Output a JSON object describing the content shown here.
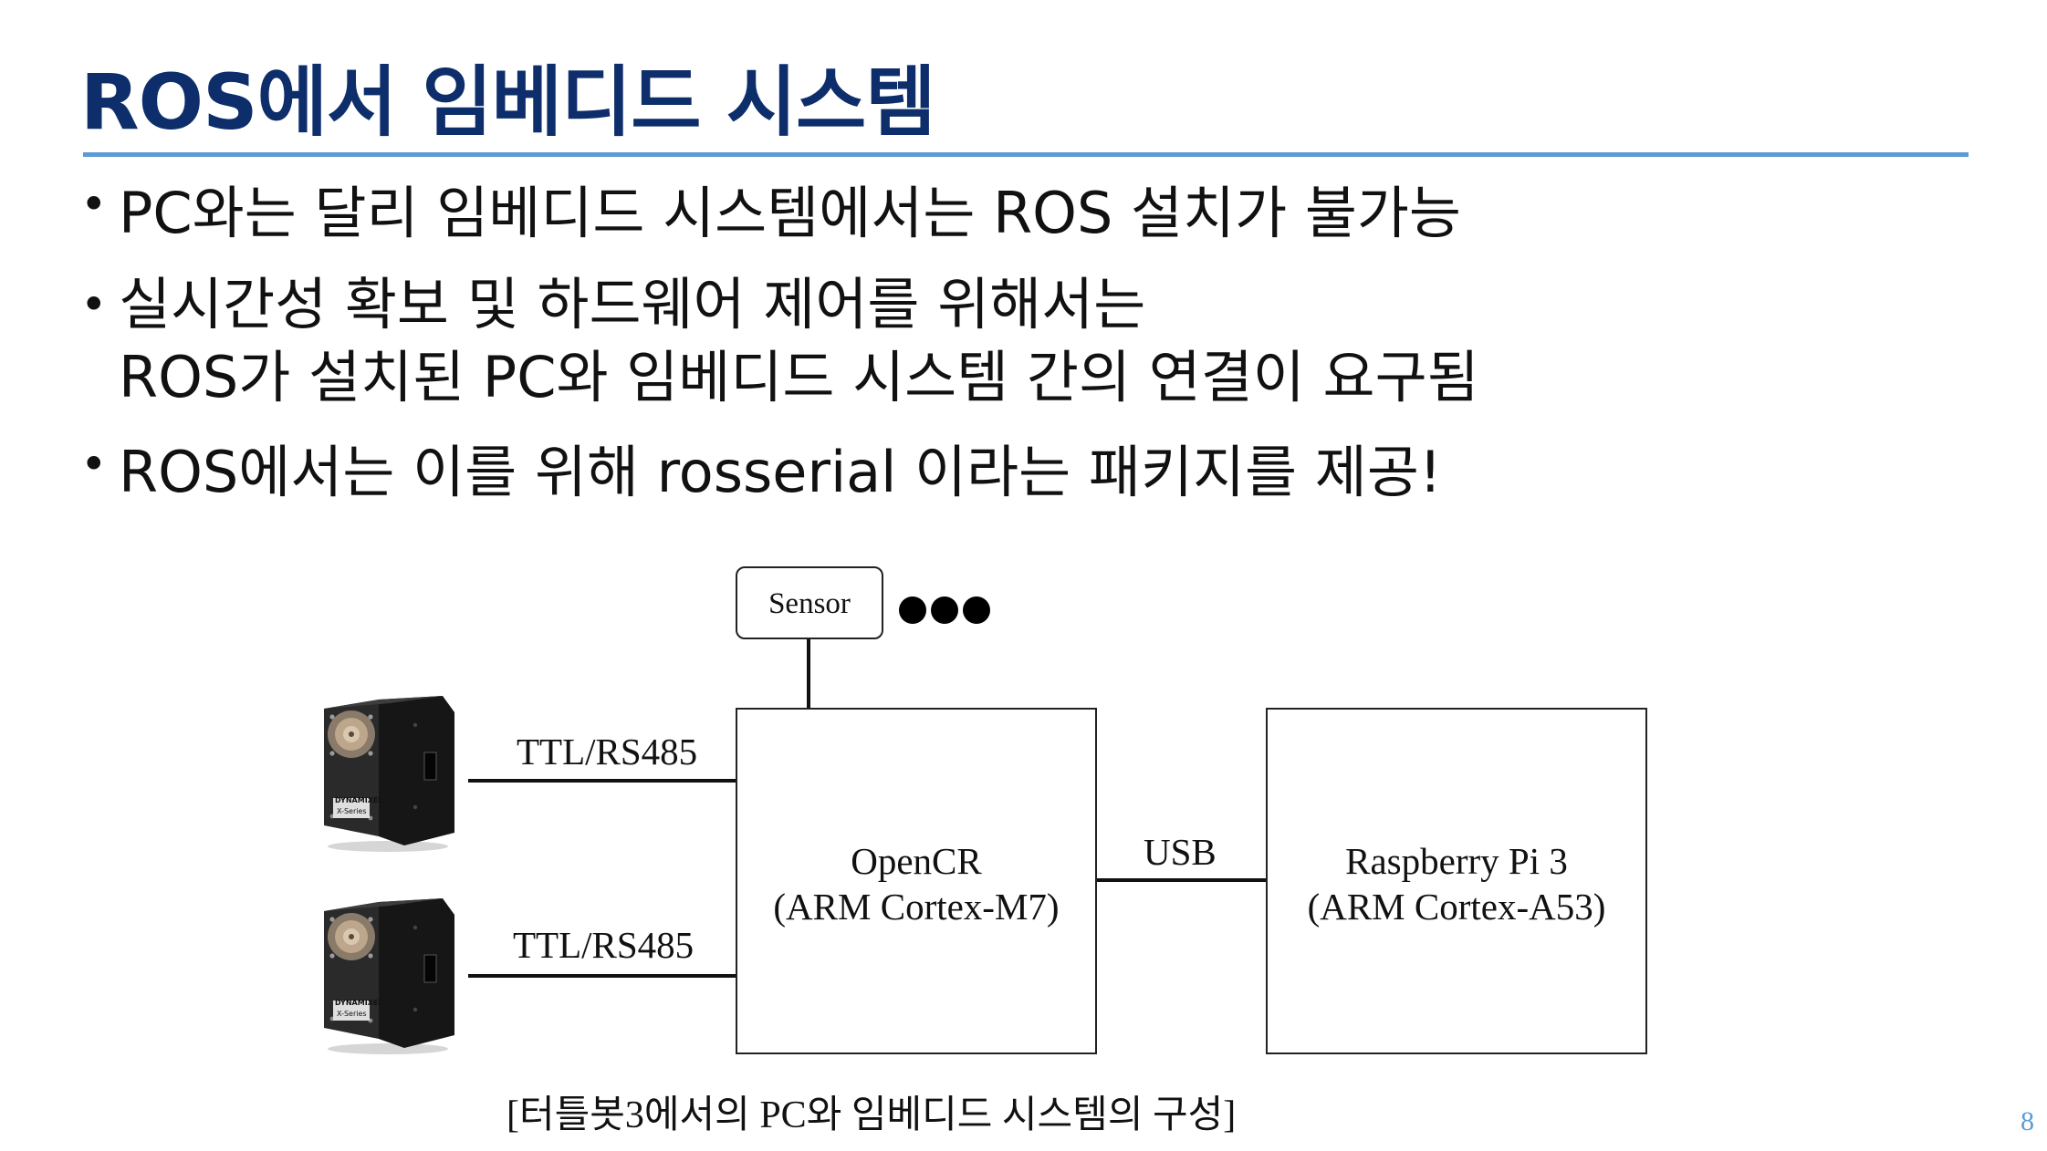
{
  "title": "ROS에서 임베디드 시스템",
  "bullets": [
    {
      "lines": [
        "PC와는 달리 임베디드 시스템에서는 ROS 설치가 불가능"
      ]
    },
    {
      "lines": [
        "실시간성 확보 및 하드웨어 제어를 위해서는",
        "ROS가 설치된 PC와 임베디드 시스템 간의 연결이 요구됨"
      ]
    },
    {
      "lines": [
        "ROS에서는 이를 위해 rosserial 이라는 패키지를 제공!"
      ]
    }
  ],
  "diagram": {
    "sensor_label": "Sensor",
    "link_top_label": "TTL/RS485",
    "link_bottom_label": "TTL/RS485",
    "usb_label": "USB",
    "opencr_line1": "OpenCR",
    "opencr_line2": "(ARM Cortex-M7)",
    "rpi_line1": "Raspberry Pi 3",
    "rpi_line2": "(ARM Cortex-A53)",
    "servo_brand": "DYNAMIXEL",
    "servo_series": "X-Series",
    "caption": "[터틀봇3에서의 PC와 임베디드 시스템의 구성]"
  },
  "page_number": "8",
  "colors": {
    "title": "#0d2e6b",
    "rule": "#5b9bd5",
    "page_number": "#5b9bd5"
  }
}
